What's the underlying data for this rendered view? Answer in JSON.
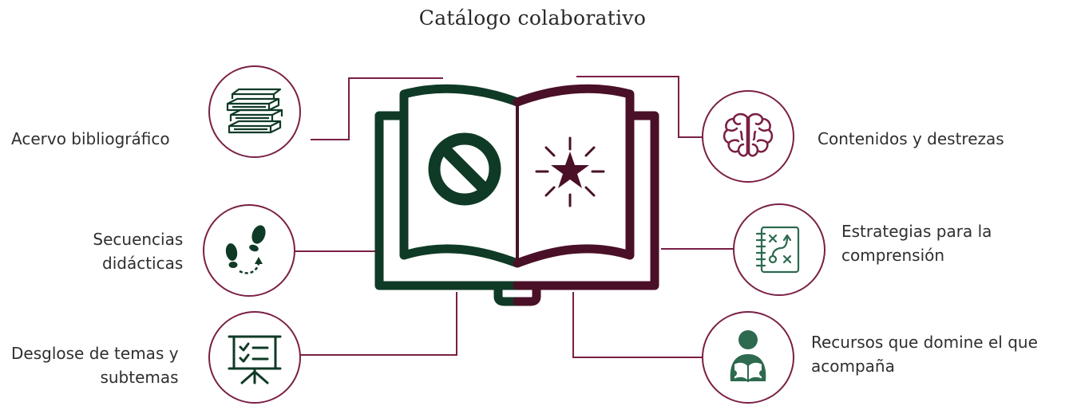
{
  "title": "Catálogo colaborativo",
  "colors": {
    "green": "#0f3a26",
    "wine": "#4a1028",
    "accent_border": "#7a1f45",
    "icon_green": "#2d6a4f"
  },
  "items": {
    "acervo": {
      "label": "Acervo bibliográfico",
      "icon": "books-icon"
    },
    "secuencias": {
      "label_line1": "Secuencias",
      "label_line2": "didácticas",
      "icon": "footsteps-icon"
    },
    "desglose": {
      "label_line1": "Desglose de temas y",
      "label_line2": "subtemas",
      "icon": "presentation-board-icon"
    },
    "contenidos": {
      "label": "Contenidos y destrezas",
      "icon": "brain-icon"
    },
    "estrategias": {
      "label_line1": "Estrategias para la",
      "label_line2": "comprensión",
      "icon": "strategy-board-icon"
    },
    "recursos": {
      "label_line1": "Recursos que domine el que",
      "label_line2": "acompaña",
      "icon": "reader-icon"
    }
  },
  "book": {
    "left_icon": "prohibited-icon",
    "right_icon": "star-burst-icon"
  }
}
